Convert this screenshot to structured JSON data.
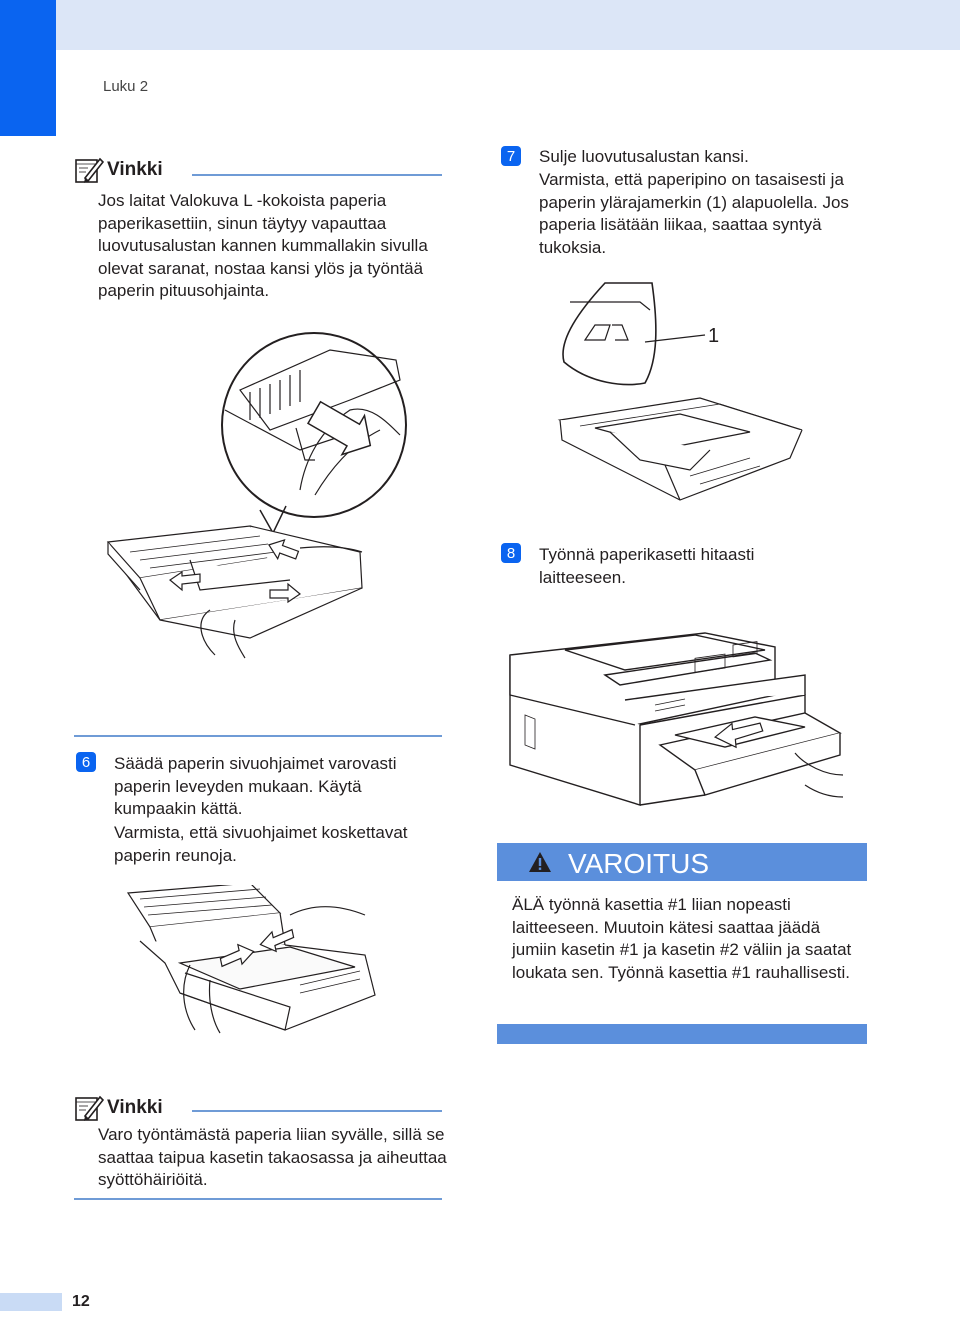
{
  "header": {
    "chapter": "Luku 2"
  },
  "note1": {
    "title": "Vinkki",
    "text": "Jos laitat Valokuva L -kokoista paperia paperikasettiin, sinun täytyy vapauttaa luovutusalustan kannen kummallakin sivulla olevat saranat, nostaa kansi ylös ja työntää paperin pituusohjainta."
  },
  "step6": {
    "number": "6",
    "text": "Säädä paperin sivuohjaimet varovasti paperin leveyden mukaan. Käytä kumpaakin kättä.",
    "text2": "Varmista, että sivuohjaimet koskettavat paperin reunoja."
  },
  "step7": {
    "number": "7",
    "text": "Sulje luovutusalustan kansi.",
    "text2": "Varmista, että paperipino on tasaisesti ja paperin ylärajamerkin (1) alapuolella. Jos paperia lisätään liikaa, saattaa syntyä tukoksia.",
    "callout_label": "1"
  },
  "step8": {
    "number": "8",
    "text": "Työnnä paperikasetti hitaasti laitteeseen."
  },
  "warning": {
    "title": "VAROITUS",
    "text": "ÄLÄ työnnä kasettia #1 liian nopeasti laitteeseen. Muutoin kätesi saattaa jäädä jumiin kasetin #1 ja kasetin #2 väliin ja saatat loukata sen. Työnnä kasettia #1 rauhallisesti."
  },
  "note2": {
    "title": "Vinkki",
    "text": "Varo työntämästä paperia liian syvälle, sillä se saattaa taipua kasetin takaosassa ja aiheuttaa syöttöhäiriöitä."
  },
  "footer": {
    "page_number": "12"
  },
  "colors": {
    "accent": "#0a64f0",
    "rule": "#6f9bd6",
    "warning_bar": "#5b8fdc"
  }
}
